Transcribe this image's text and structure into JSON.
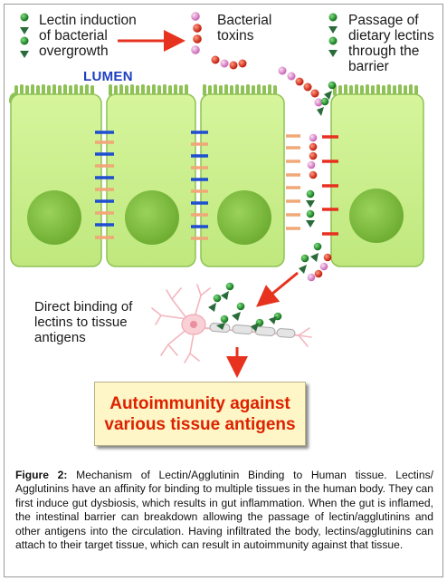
{
  "labels": {
    "lectin_induction": [
      "Lectin induction",
      "of bacterial",
      "overgrowth"
    ],
    "bacterial_toxins": [
      "Bacterial",
      "toxins"
    ],
    "passage": [
      "Passage of",
      "dietary lectins",
      "through the",
      "barrier"
    ],
    "lumen": "LUMEN",
    "direct_binding": [
      "Direct binding of",
      "lectins to tissue",
      "antigens"
    ]
  },
  "autoimmunity_box": [
    "Autoimmunity against",
    "various tissue antigens"
  ],
  "caption": {
    "prefix": "Figure 2:",
    "text": " Mechanism of Lectin/Agglutinin Binding to Human tissue. Lectins/ Agglutinins have an affinity for binding to multiple tissues in the human body. They can first induce gut dysbiosis, which results in gut inflammation. When the gut is inflamed, the intestinal barrier can breakdown allowing the passage of lectin/agglutinins and other antigens into the circulation. Having infiltrated the body, lectins/agglutinins can attach to their target tissue, which can result in autoimmunity against that tissue."
  },
  "colors": {
    "cell_fill": "#c6ef8a",
    "cell_stroke": "#8fc255",
    "nucleus": "#86c046",
    "lectin_ball": "#1f9a2c",
    "lectin_cone": "#2a6b3a",
    "toxin_pink": "#e8a8d8",
    "toxin_red": "#e23a2a",
    "arrow_red": "#e6321e",
    "junction_blue": "#1f4fd0",
    "junction_orange": "#f0a878",
    "junction_red": "#e83020",
    "neuron": "#f6c6cc",
    "axon": "#dcdcdc",
    "box_text": "#dd2200"
  }
}
